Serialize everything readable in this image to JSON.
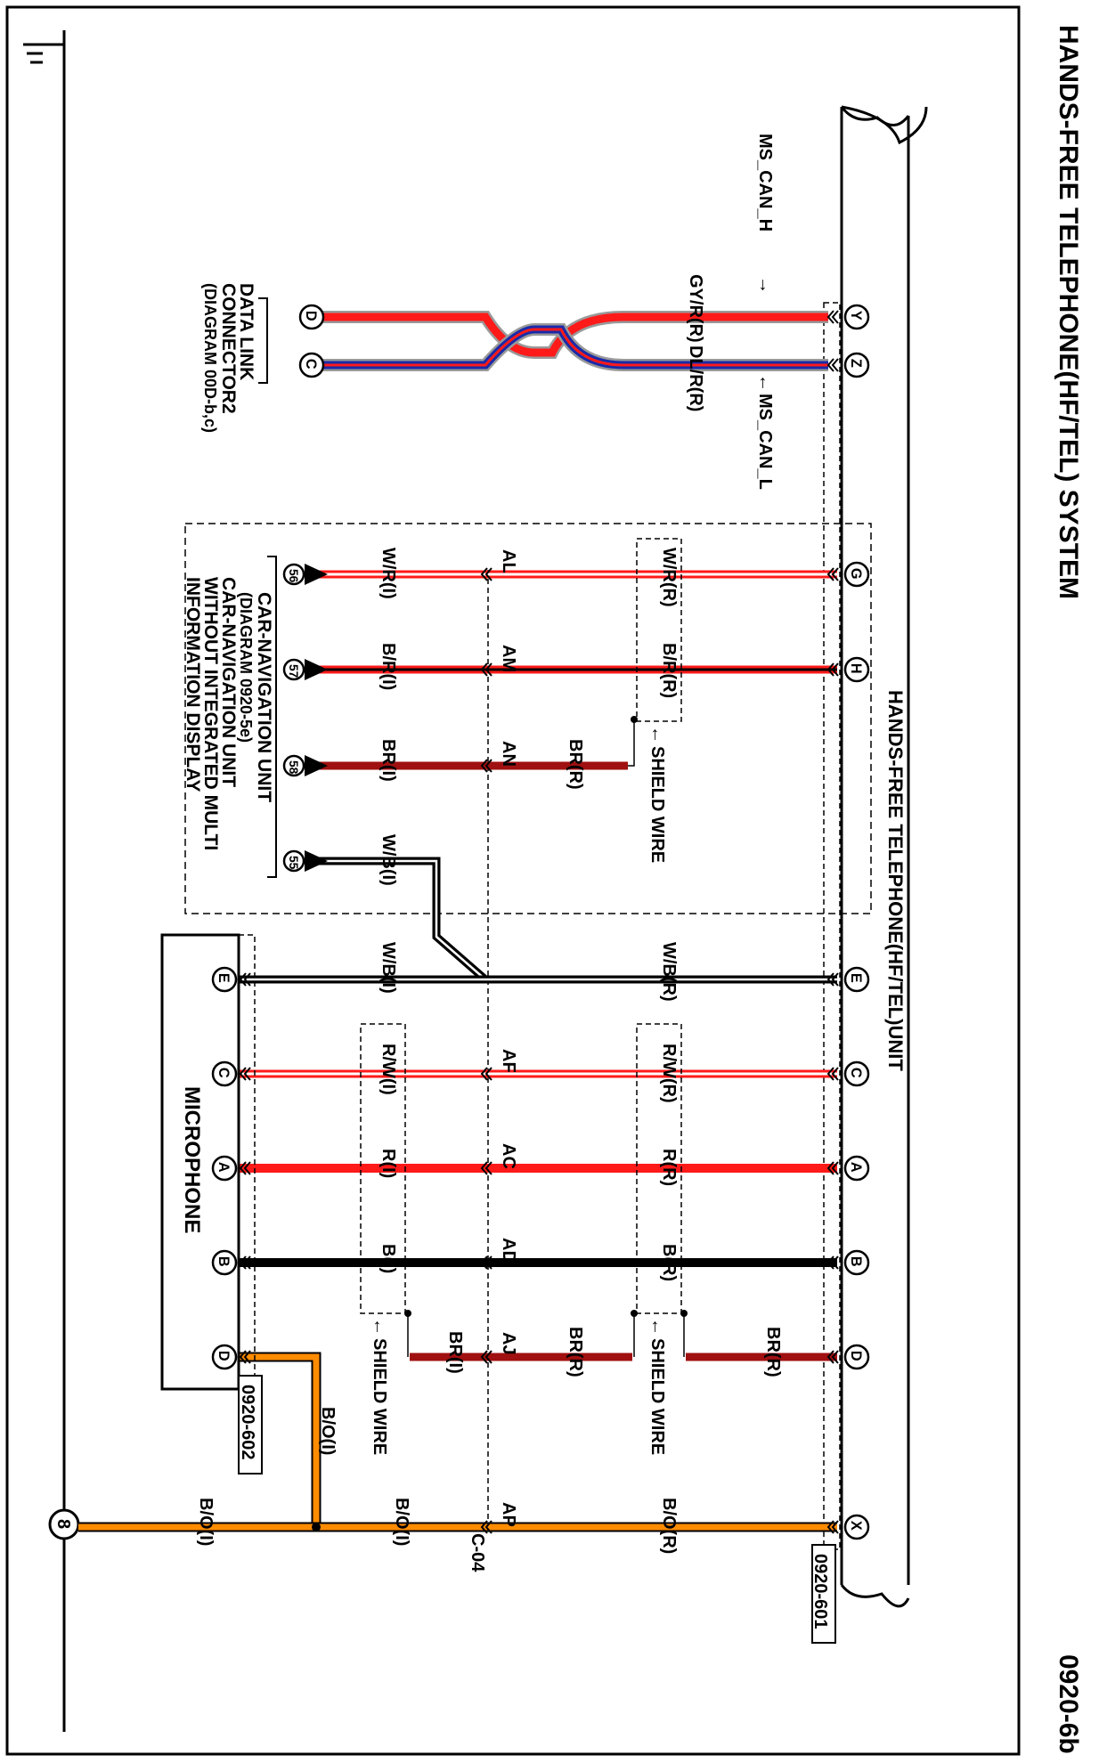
{
  "page": {
    "title": "HANDS-FREE TELEPHONE(HF/TEL) SYSTEM",
    "page_code": "0920-6b"
  },
  "components": {
    "hf_unit": "HANDS-FREE TELEPHONE(HF/TEL)UNIT",
    "microphone": "MICROPHONE",
    "dlc_line1": "DATA LINK",
    "dlc_line2": "CONNECTOR2",
    "dlc_line3": "(DIAGRAM 00D-b,c)",
    "nav_line1": "CAR-NAVIGATION UNIT",
    "nav_line2": "(DIAGRAM 0920-5e)",
    "nav_line3": "CAR-NAVIGATION UNIT",
    "nav_line4": "WITHOUT INTEGRATED MULTI",
    "nav_line5": "INFORMATION DISPLAY"
  },
  "connectors": {
    "hf_connector": "0920-601",
    "mic_connector": "0920-602",
    "junction": "C-04",
    "ground": "8"
  },
  "signals": {
    "can_h": "MS_CAN_H",
    "can_l": "MS_CAN_L",
    "shield": "SHIELD WIRE"
  },
  "hf_pins": [
    "Y",
    "Z",
    "G",
    "H",
    "E",
    "C",
    "A",
    "B",
    "D",
    "X"
  ],
  "dlc_pins": [
    "D",
    "C"
  ],
  "nav_pins": [
    "56",
    "57",
    "58",
    "55"
  ],
  "mic_pins": [
    "E",
    "C",
    "A",
    "B",
    "D"
  ],
  "joint_labels": [
    "AL",
    "AM",
    "AN",
    "AF",
    "AC",
    "AD",
    "AJ",
    "AP"
  ],
  "wire_labels_r": {
    "y": "GY/R(R)",
    "z": "DL/R(R)",
    "g": "W/R(R)",
    "h": "B/R(R)",
    "shield": "BR(R)",
    "e": "W/B(R)",
    "c": "R/W(R)",
    "a": "R(R)",
    "b": "B(R)",
    "d": "BR(R)",
    "d2": "BR(R)",
    "x": "B/O(R)"
  },
  "wire_labels_i": {
    "g": "W/R(I)",
    "h": "B/R(I)",
    "n": "BR(I)",
    "w": "W/B(I)",
    "e": "W/B(I)",
    "c": "R/W(I)",
    "a": "R(I)",
    "b": "B(I)",
    "d": "BR(I)",
    "x": "B/O(I)",
    "bo": "B/O(I)",
    "gnd": "B/O(I)"
  },
  "colors": {
    "red": "#ff1a1a",
    "dark_red": "#a01010",
    "orange": "#ff8c00",
    "black": "#000000",
    "blue": "#1a2aa8",
    "gray": "#9a9a9a"
  }
}
